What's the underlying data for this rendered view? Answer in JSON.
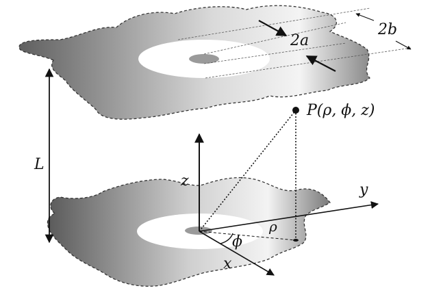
{
  "figure": {
    "dimension_labels": {
      "plate_separation": "L",
      "inner_diameter": "2a",
      "outer_diameter": "2b"
    },
    "axes": {
      "x": "x",
      "y": "y",
      "z": "z"
    },
    "point_label": "P(ρ, ϕ, z)",
    "coordinate_labels": {
      "rho": "ρ",
      "phi": "ϕ"
    }
  },
  "colors": {
    "plate_light": "#f2f2f2",
    "plate_dark": "#6e6e6e",
    "annulus": "#ffffff",
    "center_disk": "#9a9a9a",
    "ink": "#111111"
  }
}
